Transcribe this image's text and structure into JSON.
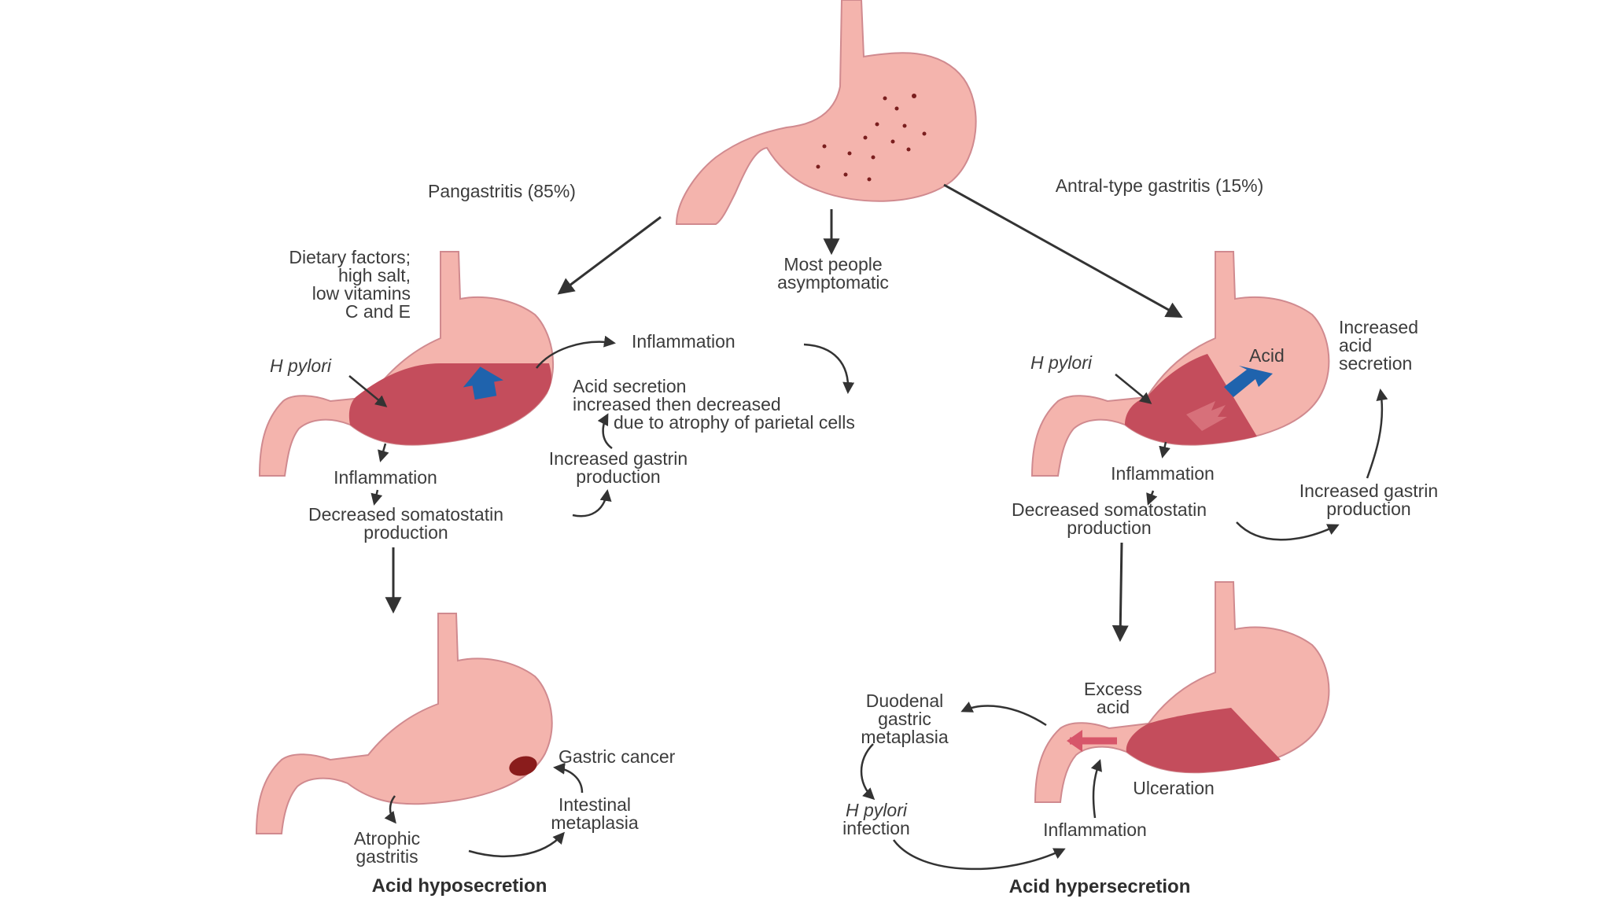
{
  "colors": {
    "stomach_pink": "#f4b4ad",
    "stomach_outline": "#c9747a",
    "inflamed_red": "#c44d5c",
    "lesion_dark": "#8a1c1c",
    "arrow_blue": "#1f63ad",
    "arrow_line": "#333333"
  },
  "top": {
    "left_branch": "Pangastritis (85%)",
    "right_branch": "Antral-type gastritis (15%)",
    "center_l1": "Most people",
    "center_l2": "asymptomatic"
  },
  "left": {
    "diet_l1": "Dietary factors;",
    "diet_l2": "high salt,",
    "diet_l3": "low vitamins",
    "diet_l4": "C and E",
    "hpylori": "H pylori",
    "inflammation_top": "Inflammation",
    "acid_l1": "Acid secretion",
    "acid_l2": "increased then decreased",
    "acid_l3": "due to atrophy of parietal cells",
    "inflammation": "Inflammation",
    "gastrin_l1": "Increased gastrin",
    "gastrin_l2": "production",
    "somato_l1": "Decreased somatostatin",
    "somato_l2": "production",
    "cancer": "Gastric cancer",
    "intestinal_l1": "Intestinal",
    "intestinal_l2": "metaplasia",
    "atrophic_l1": "Atrophic",
    "atrophic_l2": "gastritis",
    "outcome": "Acid hyposecretion"
  },
  "right": {
    "hpylori": "H pylori",
    "acid": "Acid",
    "incr_acid_l1": "Increased",
    "incr_acid_l2": "acid",
    "incr_acid_l3": "secretion",
    "inflammation": "Inflammation",
    "somato_l1": "Decreased somatostatin",
    "somato_l2": "production",
    "gastrin_l1": "Increased gastrin",
    "gastrin_l2": "production",
    "excess_l1": "Excess",
    "excess_l2": "acid",
    "duodenal_l1": "Duodenal",
    "duodenal_l2": "gastric",
    "duodenal_l3": "metaplasia",
    "ulceration": "Ulceration",
    "hp_infection_l1": "H pylori",
    "hp_infection_l2": "infection",
    "inflammation_bottom": "Inflammation",
    "outcome": "Acid hypersecretion"
  }
}
